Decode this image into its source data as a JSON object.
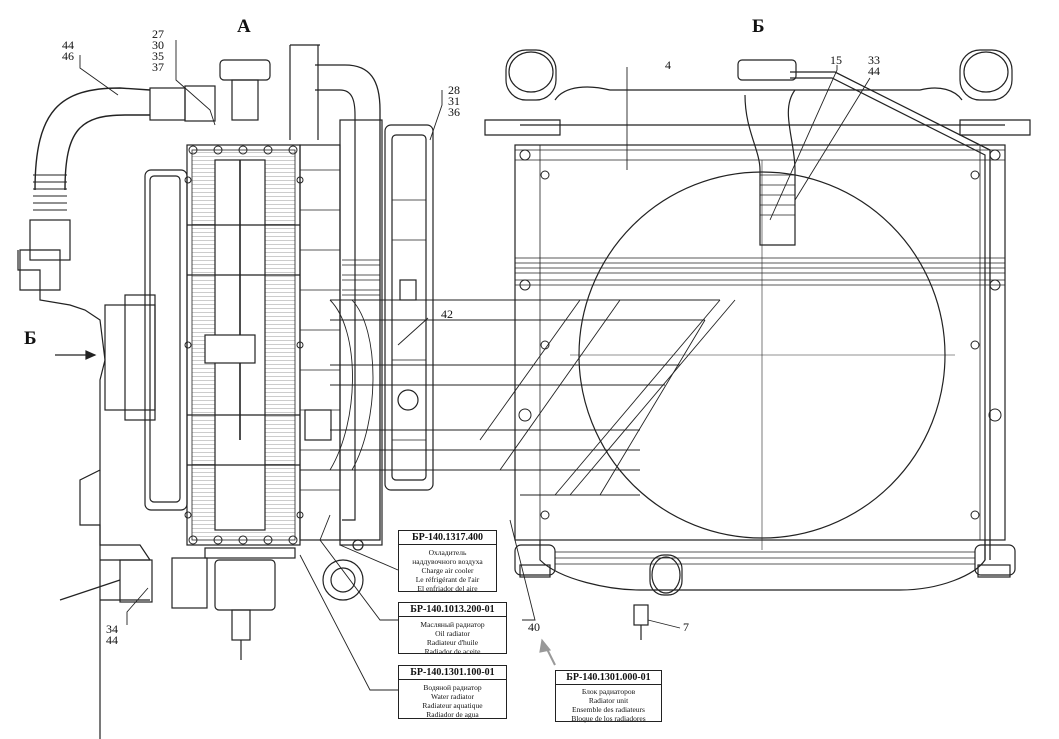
{
  "views": {
    "a": "А",
    "b": "Б"
  },
  "arrow_label": "Б",
  "callouts": {
    "c44_46": [
      "44",
      "46"
    ],
    "c27_37": [
      "27",
      "30",
      "35",
      "37"
    ],
    "c28_36": [
      "28",
      "31",
      "36"
    ],
    "c42": "42",
    "c34_44": [
      "34",
      "44"
    ],
    "c4": "4",
    "c15": "15",
    "c33_44": [
      "33",
      "44"
    ],
    "c40": "40",
    "c7": "7"
  },
  "parts": [
    {
      "code": "БР-140.1317.400",
      "lines": [
        "Охладитель",
        "наддувочного воздуха",
        "Charge air cooler",
        "Le réfrigérant de l'air",
        "El enfriador del aire"
      ]
    },
    {
      "code": "БР-140.1013.200-01",
      "lines": [
        "Масляный радиатор",
        "Oil radiator",
        "Radiateur d'huile",
        "Radiador de aceite"
      ]
    },
    {
      "code": "БР-140.1301.100-01",
      "lines": [
        "Водяной радиатор",
        "Water radiator",
        "Radiateur aquatique",
        "Radiador de agua"
      ]
    },
    {
      "code": "БР-140.1301.000-01",
      "lines": [
        "Блок радиаторов",
        "Radiator unit",
        "Ensemble des radiateurs",
        "Bloque de los radiadores"
      ]
    }
  ]
}
